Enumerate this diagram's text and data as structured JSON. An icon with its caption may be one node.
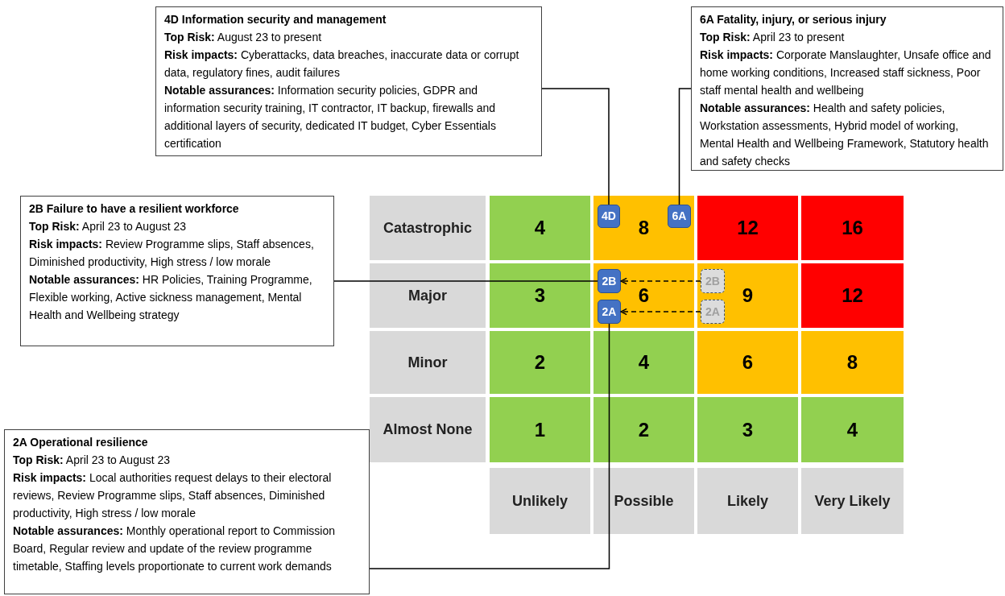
{
  "diagram": {
    "nodes": [
      {
        "text": [
          "4D Information security and management",
          "**Top Risk:** August 23 to present",
          "**Risk impacts:** Cyberattacks, data breaches, inaccurate data or corrupt data, regulatory fines, audit failures",
          "**Notable assurances:** Information security policies, GDPR and information security training, IT contractor, IT backup, firewalls and additional layers of security, dedicated IT budget, Cyber Essentials certification"
        ]
      },
      {
        "text": [
          "6A Fatality, injury, or serious injury",
          "**Top Risk:** April 23 to present",
          "**Risk impacts:** Corporate Manslaughter, Unsafe office and home working conditions, Increased staff sickness, Poor staff mental health and wellbeing",
          "**Notable assurances:** Health and safety policies, Workstation assessments, Hybrid model of working, Mental Health and Wellbeing Framework, Statutory health and safety checks"
        ]
      },
      {
        "text": [
          "2B Failure to have a resilient workforce",
          "**Top Risk:** April 23 to August 23",
          "**Risk impacts:** Review Programme slips, Staff absences, Diminished productivity, High stress / low morale",
          "**Notable assurances:** HR Policies, Training Programme, Flexible working, Active sickness management, Mental Health and Wellbeing strategy"
        ]
      },
      {
        "text": [
          "Catastrophic"
        ]
      },
      {
        "text": [
          "4"
        ]
      },
      {
        "text": [
          "8"
        ]
      },
      {
        "text": [
          "4D"
        ],
        "in": 5
      },
      {
        "text": [
          "6A"
        ],
        "in": 5
      },
      {
        "text": [
          "12"
        ]
      },
      {
        "text": [
          "16"
        ]
      },
      {
        "text": [
          "Major"
        ]
      },
      {
        "text": [
          "3"
        ]
      },
      {
        "text": [
          "6"
        ]
      },
      {
        "text": [
          "2B"
        ],
        "in": 12
      },
      {
        "text": [
          "2A"
        ],
        "in": 12
      },
      {
        "text": [
          "9"
        ]
      },
      {
        "text": [
          "2B"
        ],
        "in": 15
      },
      {
        "text": [
          "2A"
        ],
        "in": 15
      },
      {
        "text": [
          "12"
        ]
      },
      {
        "text": [
          "Minor"
        ]
      },
      {
        "text": [
          "2"
        ]
      },
      {
        "text": [
          "4"
        ]
      },
      {
        "text": [
          "6"
        ]
      },
      {
        "text": [
          "8"
        ]
      },
      {
        "text": [
          "Almost None"
        ]
      },
      {
        "text": [
          "1"
        ]
      },
      {
        "text": [
          "2"
        ]
      },
      {
        "text": [
          "3"
        ]
      },
      {
        "text": [
          "4"
        ]
      },
      {
        "text": [
          "2A Operational resilience",
          "**Top Risk:** April 23 to August 23",
          "**Risk impacts:** Local authorities request delays to their electoral reviews, Review Programme slips, Staff absences, Diminished productivity, High stress / low morale",
          "**Notable assurances:** Monthly operational report to Commission Board, Regular review and update of the review programme timetable, Staffing levels proportionate to current work demands"
        ]
      },
      {
        "text": [
          "Unlikely"
        ]
      },
      {
        "text": [
          "Possible"
        ]
      },
      {
        "text": [
          "Likely"
        ]
      },
      {
        "text": [
          "Very Likely"
        ]
      }
    ],
    "edges": [
      {
        "from": 0,
        "to": 6,
        "arrow": "none"
      },
      {
        "from": 1,
        "to": 7,
        "arrow": "none"
      },
      {
        "from": 2,
        "to": 13,
        "arrow": "none"
      },
      {
        "from": 29,
        "to": 14,
        "arrow": "none"
      },
      {
        "from": 16,
        "to": 13,
        "arrow": "to",
        "style": "dashed"
      },
      {
        "from": 17,
        "to": 14,
        "arrow": "to",
        "style": "dashed"
      }
    ]
  }
}
